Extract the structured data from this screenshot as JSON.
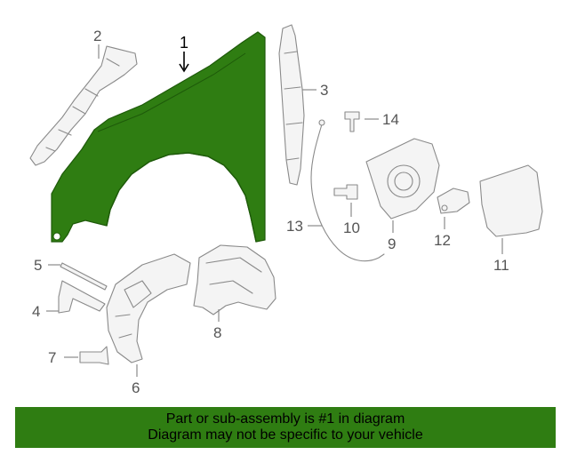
{
  "callouts": {
    "c1": "1",
    "c2": "2",
    "c3": "3",
    "c4": "4",
    "c5": "5",
    "c6": "6",
    "c7": "7",
    "c8": "8",
    "c9": "9",
    "c10": "10",
    "c11": "11",
    "c12": "12",
    "c13": "13",
    "c14": "14"
  },
  "banner": {
    "line1": "Part or sub-assembly is #1 in diagram",
    "line2": "Diagram may not be specific to your vehicle"
  },
  "colors": {
    "highlight_part": "#2f7d12",
    "banner": "#2f7d12",
    "line_art": "#8a8a8a"
  }
}
